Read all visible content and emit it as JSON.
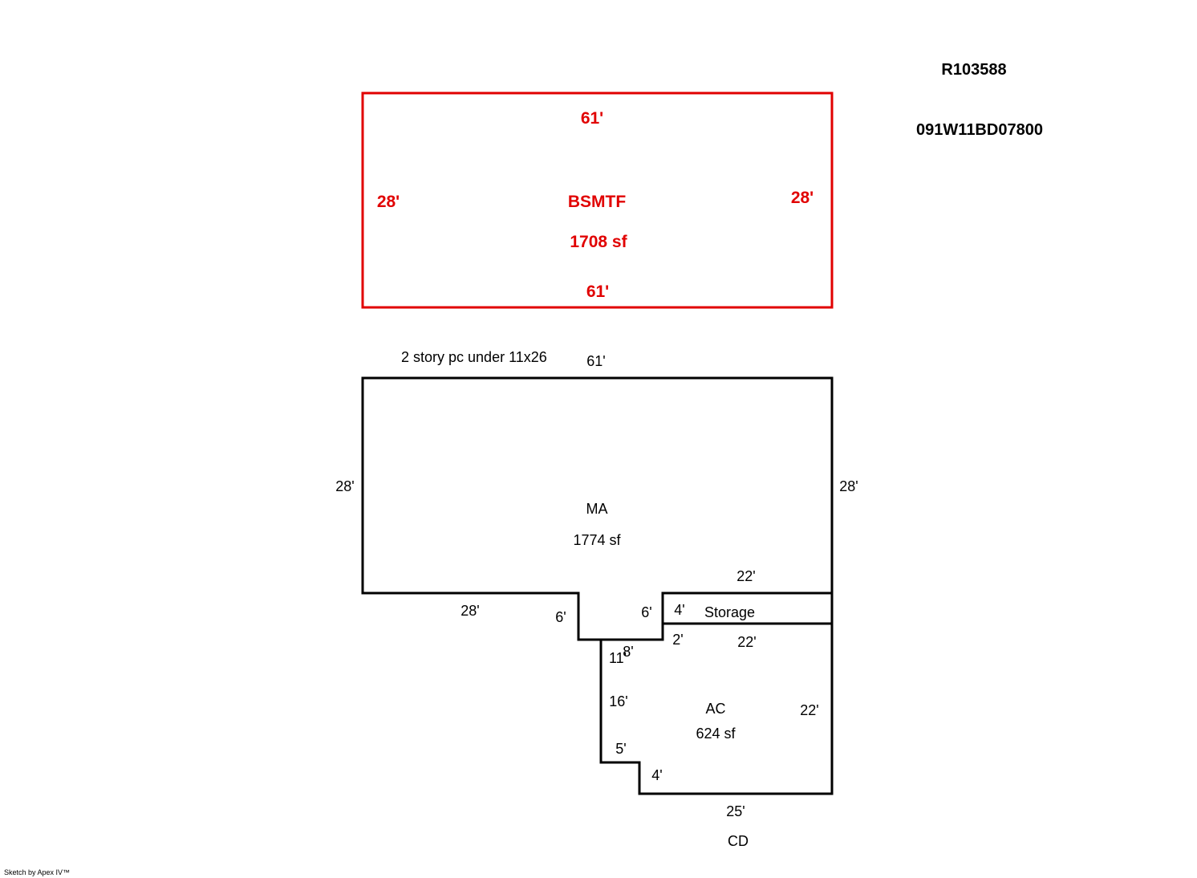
{
  "parcel": {
    "account": "R103588",
    "map_number": "091W11BD07800"
  },
  "credit": "Sketch by Apex IV™",
  "colors": {
    "basement": "#e10000",
    "main": "#000000"
  },
  "basement": {
    "name": "BSMTF",
    "area": "1708 sf",
    "dims": {
      "top": "61'",
      "bottom": "61'",
      "left": "28'",
      "right": "28'"
    }
  },
  "note": "2 story pc under 11x26",
  "main_area": {
    "name": "MA",
    "area": "1774 sf",
    "dims": {
      "top": "61'",
      "left": "28'",
      "right": "28'",
      "bottom_left": "28'",
      "notch_left": "6'",
      "notch_right": "6'",
      "step_right": "22'"
    }
  },
  "storage": {
    "name": "Storage",
    "dims": {
      "left": "4'",
      "top": "22'"
    }
  },
  "attached": {
    "name": "AC",
    "area": "624 sf",
    "dims": {
      "step": "2'",
      "top": "22'",
      "right": "22'",
      "top_left_a": "11'",
      "top_left_b": "8'",
      "left": "16'",
      "jog_top": "5'",
      "jog_side": "4'",
      "bottom": "25'"
    }
  },
  "deck": {
    "name": "CD"
  }
}
